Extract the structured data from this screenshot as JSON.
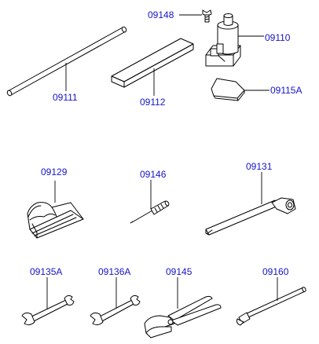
{
  "parts": {
    "p09148": "09148",
    "p09110": "09110",
    "p09111": "09111",
    "p09112": "09112",
    "p09115A": "09115A",
    "p09129": "09129",
    "p09146": "09146",
    "p09131": "09131",
    "p09135A": "09135A",
    "p09136A": "09136A",
    "p09145": "09145",
    "p09160": "09160"
  },
  "colors": {
    "label": "#1414c8",
    "line": "#000000",
    "background": "#ffffff"
  }
}
